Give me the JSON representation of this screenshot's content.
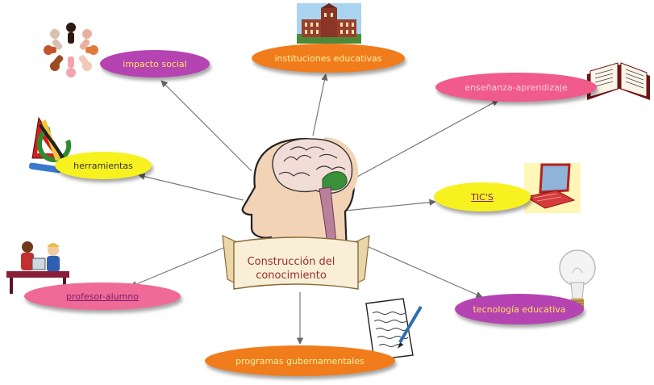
{
  "center": {
    "line1": "Construcción del",
    "line2": "conocimiento"
  },
  "nodes": {
    "impacto": {
      "label": "impacto social",
      "fill": "#b643b2",
      "text_color": "#ffe25a"
    },
    "instituciones": {
      "label": "instituciones educativas",
      "fill": "#f07c1c",
      "text_color": "#fff3a0"
    },
    "ensenanza": {
      "label": "enseñanza-aprendizaje",
      "fill": "#f05a8c",
      "text_color": "#fbd0dc"
    },
    "herramientas": {
      "label": "herramientas",
      "fill": "#f7f120",
      "text_color": "#333333"
    },
    "tics": {
      "label": "TIC'S",
      "fill": "#f7f120",
      "text_color": "#7a1f6a",
      "link": true
    },
    "profesor": {
      "label": "profesor-alumno",
      "fill": "#f06a97",
      "text_color": "#7a1f6a",
      "link": true
    },
    "tecnologia": {
      "label": "tecnología educativa",
      "fill": "#b643b2",
      "text_color": "#ffe25a"
    },
    "programas": {
      "label": "programas gubernamentales",
      "fill": "#f07c1c",
      "text_color": "#fff3a0"
    }
  },
  "icons": [
    "people-circle-icon",
    "university-building-icon",
    "open-book-icon",
    "drawing-tools-icon",
    "laptop-icon",
    "teacher-student-icon",
    "light-bulb-icon",
    "document-pen-icon",
    "human-head-brain-icon"
  ]
}
